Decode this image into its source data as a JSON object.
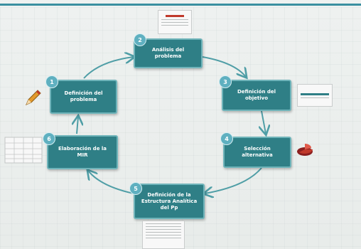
{
  "colors": {
    "node_fill": "#2f7f86",
    "node_border": "#6fb4ba",
    "badge": "#5fb0c0",
    "connector": "#4f9ea6",
    "accent_red": "#c0392b"
  },
  "steps": [
    {
      "number": "1",
      "label": "Definición del problema"
    },
    {
      "number": "2",
      "label": "Análisis del problema"
    },
    {
      "number": "3",
      "label": "Definición del objetivo"
    },
    {
      "number": "4",
      "label": "Selección alternativa"
    },
    {
      "number": "5",
      "label": "Definición de la Estructura Analítica del Pp"
    },
    {
      "number": "6",
      "label": "Elaboración de la MIR"
    }
  ],
  "icons": [
    "pencil-icon",
    "document-thumbnail",
    "chart-thumbnail",
    "pie-chart-icon",
    "table-thumbnail"
  ]
}
